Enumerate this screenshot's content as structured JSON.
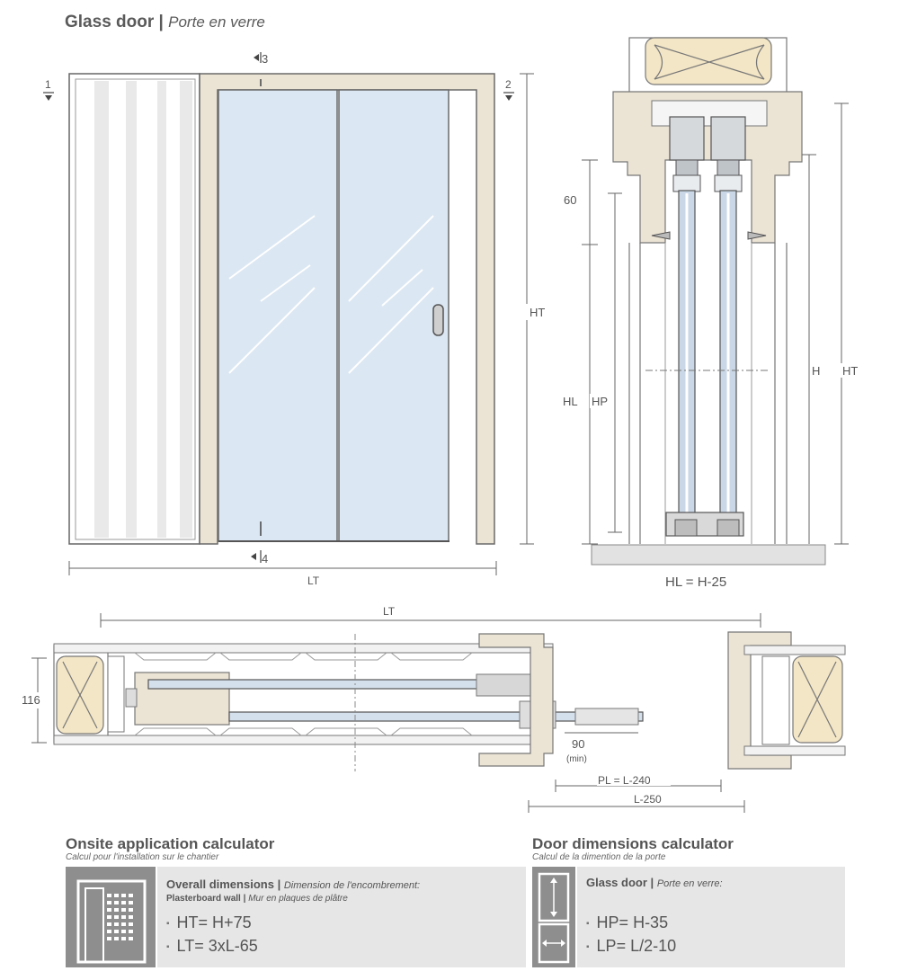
{
  "header": {
    "title": "Glass door",
    "separator": "|",
    "subtitle": "Porte en verre"
  },
  "front_view": {
    "marker_1": "1",
    "marker_2": "2",
    "marker_3": "3",
    "marker_4": "4",
    "dim_ht": "HT",
    "dim_lt": "LT"
  },
  "section_view": {
    "dim_60": "60",
    "dim_hl": "HL",
    "dim_hp": "HP",
    "dim_h": "H",
    "dim_ht": "HT",
    "formula": "HL = H-25"
  },
  "plan_view": {
    "dim_lt": "LT",
    "dim_116": "116",
    "dim_90": "90",
    "dim_min": "(min)",
    "dim_pl": "PL = L-240",
    "dim_l250": "L-250"
  },
  "onsite_calc": {
    "title": "Onsite application calculator",
    "subtitle": "Calcul pour l'installation sur le chantier",
    "heading": "Overall dimensions",
    "sep": "|",
    "heading_fr": "Dimension de l'encombrement:",
    "wall": "Plasterboard wall",
    "wall_fr": "Mur en plaques de plâtre",
    "formula_1": "HT= H+75",
    "formula_2": "LT= 3xL-65"
  },
  "door_calc": {
    "title": "Door dimensions calculator",
    "subtitle": "Calcul de la dimention de la porte",
    "heading": "Glass door",
    "sep": "|",
    "heading_fr": "Porte en verre:",
    "formula_1": "HP= H-35",
    "formula_2": "LP= L/2-10"
  },
  "colors": {
    "frame": "#ebe3d4",
    "glass": "#dbe7f3",
    "line": "#6a6a6a",
    "insulation": "#f3e6c6",
    "panel_bg": "#e6e6e6",
    "icon_bg": "#8e8e8e"
  }
}
